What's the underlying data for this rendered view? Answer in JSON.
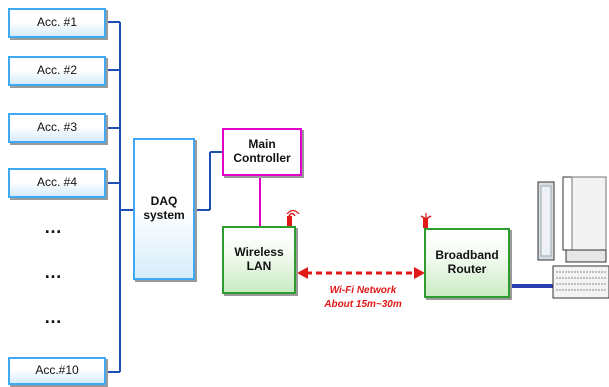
{
  "accelerometers": [
    "Acc. #1",
    "Acc. #2",
    "Acc. #3",
    "Acc. #4",
    "Acc.#10"
  ],
  "ellipsis": "…",
  "daq": {
    "line1": "DAQ",
    "line2": "system"
  },
  "main_controller": {
    "line1": "Main",
    "line2": "Controller"
  },
  "wireless_lan": {
    "line1": "Wireless",
    "line2": "LAN"
  },
  "router": {
    "line1": "Broadband",
    "line2": "Router"
  },
  "wifi": {
    "line1": "Wi-Fi Network",
    "line2": "About 15m~30m"
  },
  "colors": {
    "bus_line": "#1e50b4",
    "accelerometer_border": "#3fa9f5",
    "main_controller_border": "#e000c8",
    "green_border": "#2e9c2e",
    "wifi_link": "#e01818",
    "antenna": "#e01818"
  },
  "icons": [
    "antenna-icon",
    "desktop-computer-icon"
  ]
}
